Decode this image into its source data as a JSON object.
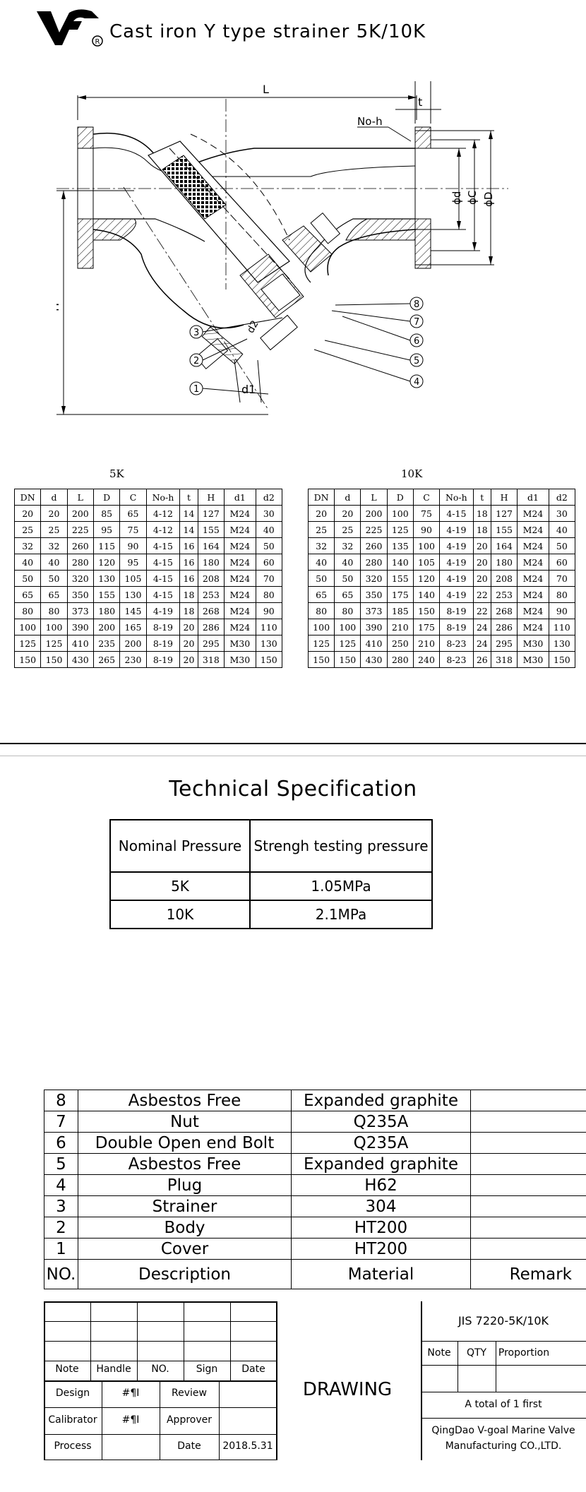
{
  "header": {
    "title": "Cast iron Y type strainer 5K/10K",
    "logo_icon": "vg-logo-icon"
  },
  "drawing": {
    "dims": {
      "L": "L",
      "t": "t",
      "noh": "No-h",
      "phid": "ϕd",
      "phiC": "ϕC",
      "phiD": "ϕD",
      "H": "H",
      "d2": "d2",
      "d1": "d1"
    },
    "callouts": [
      "8",
      "7",
      "6",
      "5",
      "4",
      "3",
      "2",
      "1"
    ]
  },
  "table_5k": {
    "label": "5K",
    "headers": [
      "DN",
      "d",
      "L",
      "D",
      "C",
      "No-h",
      "t",
      "H",
      "d1",
      "d2"
    ],
    "rows": [
      [
        "20",
        "20",
        "200",
        "85",
        "65",
        "4-12",
        "14",
        "127",
        "M24",
        "30"
      ],
      [
        "25",
        "25",
        "225",
        "95",
        "75",
        "4-12",
        "14",
        "155",
        "M24",
        "40"
      ],
      [
        "32",
        "32",
        "260",
        "115",
        "90",
        "4-15",
        "16",
        "164",
        "M24",
        "50"
      ],
      [
        "40",
        "40",
        "280",
        "120",
        "95",
        "4-15",
        "16",
        "180",
        "M24",
        "60"
      ],
      [
        "50",
        "50",
        "320",
        "130",
        "105",
        "4-15",
        "16",
        "208",
        "M24",
        "70"
      ],
      [
        "65",
        "65",
        "350",
        "155",
        "130",
        "4-15",
        "18",
        "253",
        "M24",
        "80"
      ],
      [
        "80",
        "80",
        "373",
        "180",
        "145",
        "4-19",
        "18",
        "268",
        "M24",
        "90"
      ],
      [
        "100",
        "100",
        "390",
        "200",
        "165",
        "8-19",
        "20",
        "286",
        "M24",
        "110"
      ],
      [
        "125",
        "125",
        "410",
        "235",
        "200",
        "8-19",
        "20",
        "295",
        "M30",
        "130"
      ],
      [
        "150",
        "150",
        "430",
        "265",
        "230",
        "8-19",
        "20",
        "318",
        "M30",
        "150"
      ]
    ]
  },
  "table_10k": {
    "label": "10K",
    "headers": [
      "DN",
      "d",
      "L",
      "D",
      "C",
      "No-h",
      "t",
      "H",
      "d1",
      "d2"
    ],
    "rows": [
      [
        "20",
        "20",
        "200",
        "100",
        "75",
        "4-15",
        "18",
        "127",
        "M24",
        "30"
      ],
      [
        "25",
        "25",
        "225",
        "125",
        "90",
        "4-19",
        "18",
        "155",
        "M24",
        "40"
      ],
      [
        "32",
        "32",
        "260",
        "135",
        "100",
        "4-19",
        "20",
        "164",
        "M24",
        "50"
      ],
      [
        "40",
        "40",
        "280",
        "140",
        "105",
        "4-19",
        "20",
        "180",
        "M24",
        "60"
      ],
      [
        "50",
        "50",
        "320",
        "155",
        "120",
        "4-19",
        "20",
        "208",
        "M24",
        "70"
      ],
      [
        "65",
        "65",
        "350",
        "175",
        "140",
        "4-19",
        "22",
        "253",
        "M24",
        "80"
      ],
      [
        "80",
        "80",
        "373",
        "185",
        "150",
        "8-19",
        "22",
        "268",
        "M24",
        "90"
      ],
      [
        "100",
        "100",
        "390",
        "210",
        "175",
        "8-19",
        "24",
        "286",
        "M24",
        "110"
      ],
      [
        "125",
        "125",
        "410",
        "250",
        "210",
        "8-23",
        "24",
        "295",
        "M30",
        "130"
      ],
      [
        "150",
        "150",
        "430",
        "280",
        "240",
        "8-23",
        "26",
        "318",
        "M30",
        "150"
      ]
    ]
  },
  "spec": {
    "title": "Technical Specification",
    "col1": "Nominal Pressure",
    "col2": "Strengh testing pressure",
    "rows": [
      [
        "5K",
        "1.05MPa"
      ],
      [
        "10K",
        "2.1MPa"
      ]
    ]
  },
  "parts": {
    "rows": [
      [
        "8",
        "Asbestos Free",
        "Expanded graphite",
        ""
      ],
      [
        "7",
        "Nut",
        "Q235A",
        ""
      ],
      [
        "6",
        "Double Open end Bolt",
        "Q235A",
        ""
      ],
      [
        "5",
        "Asbestos Free",
        "Expanded graphite",
        ""
      ],
      [
        "4",
        "Plug",
        "H62",
        ""
      ],
      [
        "3",
        "Strainer",
        "304",
        ""
      ],
      [
        "2",
        "Body",
        "HT200",
        ""
      ],
      [
        "1",
        "Cover",
        "HT200",
        ""
      ]
    ],
    "header": [
      "NO.",
      "Description",
      "Material",
      "Remark"
    ]
  },
  "titleblock": {
    "note": "Note",
    "handle": "Handle",
    "no": "NO.",
    "sign": "Sign",
    "date": "Date",
    "design": "Design",
    "design_name": "#¶I",
    "review": "Review",
    "calibrator": "Calibrator",
    "calibrator_name": "#¶I",
    "approver": "Approver",
    "process": "Process",
    "date2": "Date",
    "date_value": "2018.5.31",
    "drawing": "DRAWING",
    "std": "JIS 7220-5K/10K",
    "note2": "Note",
    "qty": "QTY",
    "proportion": "Proportion",
    "total": "A total of 1 first",
    "company1": "QingDao V-goal Marine Valve",
    "company2": "Manufacturing CO.,LTD."
  }
}
